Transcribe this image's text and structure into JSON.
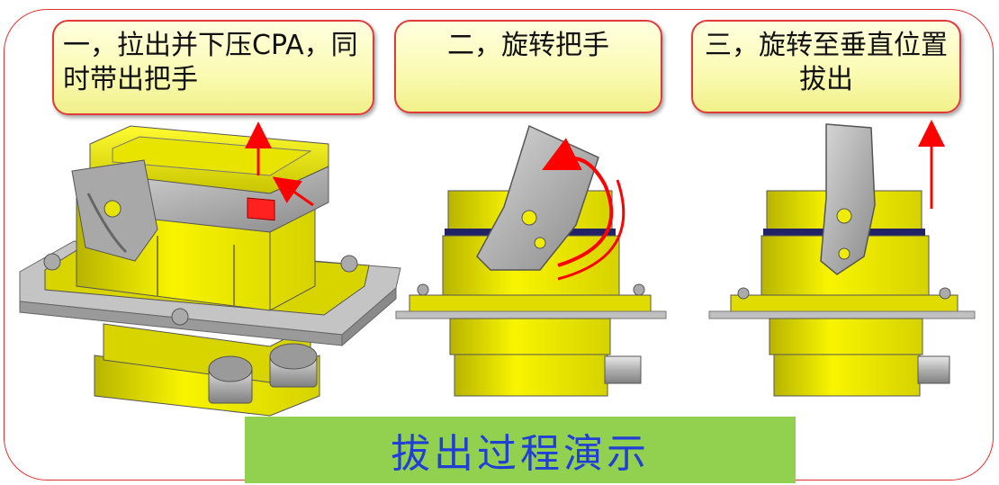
{
  "steps": [
    {
      "label": "一，拉出并下压CPA，同时带出把手"
    },
    {
      "label": "二，旋转把手"
    },
    {
      "label": "三，旋转至垂直位置拔出"
    }
  ],
  "banner": {
    "label": "拔出过程演示"
  },
  "colors": {
    "housing_yellow": "#f4f000",
    "plate_gray": "#c8c8c8",
    "arrow_red": "#ff0000",
    "banner_green": "#92d050",
    "banner_text": "#1f3fd6"
  }
}
